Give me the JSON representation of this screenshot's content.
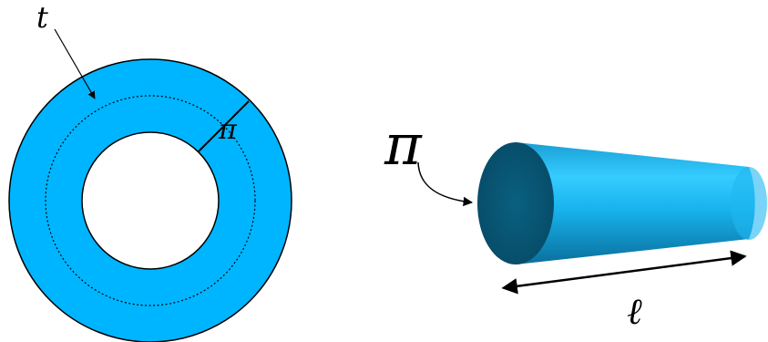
{
  "labels": {
    "torus_marker": "t",
    "radius_marker": "π",
    "tube_end_marker": "π",
    "length_marker": "ℓ"
  },
  "colors": {
    "ring_fill": "#00B5FF",
    "tube_highlight": "#35CCFF",
    "tube_mid": "#14A9E6",
    "tube_shadow": "#0A6F9C",
    "end_cap": "#085878",
    "stroke": "#000000"
  },
  "icons": {
    "pointer": "curved-arrow-icon",
    "double_arrow": "double-arrow-icon"
  }
}
